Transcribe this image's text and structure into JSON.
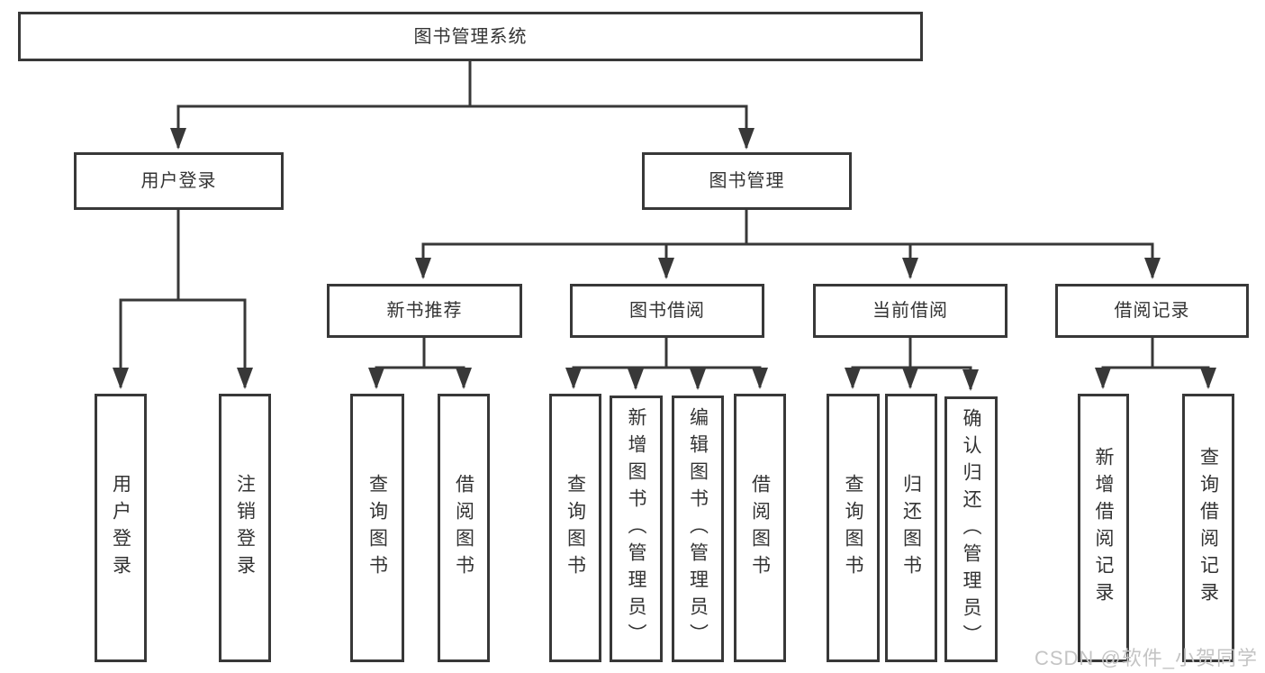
{
  "diagram_title": "图书管理系统",
  "tree": {
    "label": "图书管理系统",
    "children": [
      {
        "label": "用户登录",
        "children": [
          {
            "label": "用户登录"
          },
          {
            "label": "注销登录"
          }
        ]
      },
      {
        "label": "图书管理",
        "children": [
          {
            "label": "新书推荐",
            "children": [
              {
                "label": "查询图书"
              },
              {
                "label": "借阅图书"
              }
            ]
          },
          {
            "label": "图书借阅",
            "children": [
              {
                "label": "查询图书"
              },
              {
                "label": "新增图书（管理员）"
              },
              {
                "label": "编辑图书（管理员）"
              },
              {
                "label": "借阅图书"
              }
            ]
          },
          {
            "label": "当前借阅",
            "children": [
              {
                "label": "查询图书"
              },
              {
                "label": "归还图书"
              },
              {
                "label": "确认归还（管理员）"
              }
            ]
          },
          {
            "label": "借阅记录",
            "children": [
              {
                "label": "新增借阅记录"
              },
              {
                "label": "查询借阅记录"
              }
            ]
          }
        ]
      }
    ]
  },
  "watermark": {
    "text": "CSDN @软件_小贺同学"
  },
  "colors": {
    "line": "#383838",
    "text": "#333333",
    "background": "#ffffff",
    "watermark": "#c4c4c4"
  }
}
